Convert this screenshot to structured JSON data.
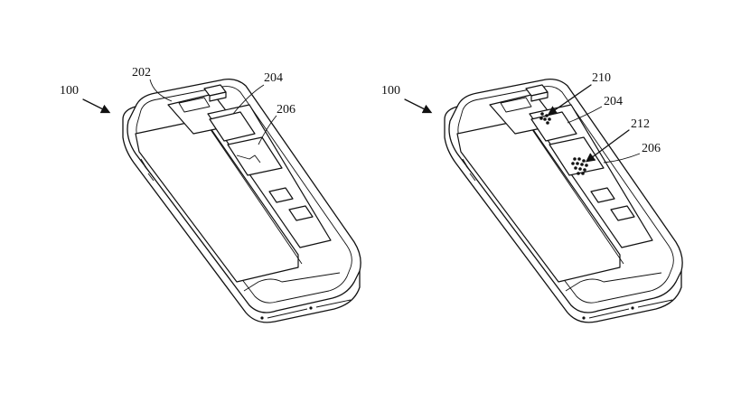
{
  "figures": [
    {
      "id": "left",
      "labels": {
        "device": "100",
        "part_a": "202",
        "part_b": "204",
        "part_c": "206"
      }
    },
    {
      "id": "right",
      "labels": {
        "device": "100",
        "part_a": "210",
        "part_b": "204",
        "part_c": "212",
        "part_d": "206"
      }
    }
  ]
}
